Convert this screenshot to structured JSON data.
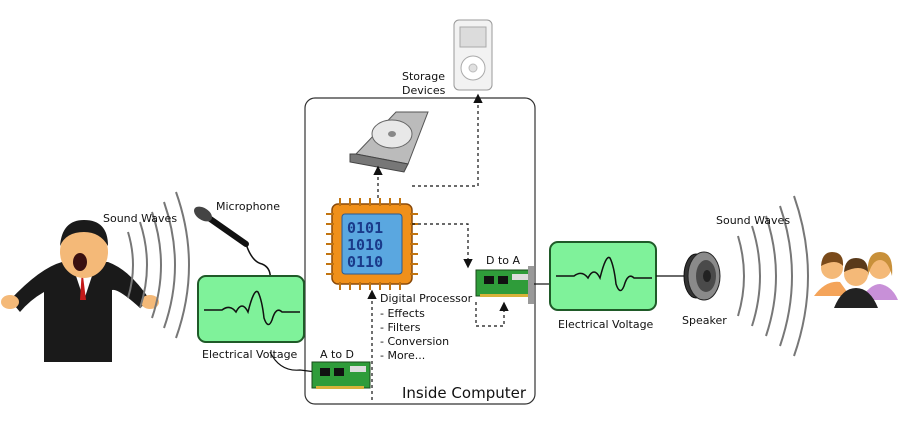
{
  "labels": {
    "sound_waves_left": "Sound Waves",
    "microphone": "Microphone",
    "electrical_voltage_left": "Electrical Voltage",
    "a_to_d": "A to D",
    "inside_computer": "Inside Computer",
    "storage_devices_line1": "Storage",
    "storage_devices_line2": "Devices",
    "digital_processor": "Digital Processor",
    "effects": "- Effects",
    "filters": "- Filters",
    "conversion": "- Conversion",
    "more": "- More...",
    "d_to_a": "D to A",
    "electrical_voltage_right": "Electrical Voltage",
    "speaker": "Speaker",
    "sound_waves_right": "Sound Waves"
  },
  "chip": {
    "row1": "0101",
    "row2": "1010",
    "row3": "0110"
  },
  "colors": {
    "scope_fill": "#7ff29a",
    "scope_stroke": "#1f5a28",
    "chip_body": "#f0901a",
    "chip_core": "#5aa7e0",
    "board": "#2f9c3a"
  },
  "icons": [
    "singer-icon",
    "microphone-icon",
    "oscilloscope-icon",
    "sound-card-icon",
    "cpu-chip-icon",
    "hard-drive-icon",
    "media-player-icon",
    "speaker-icon",
    "audience-icon"
  ]
}
